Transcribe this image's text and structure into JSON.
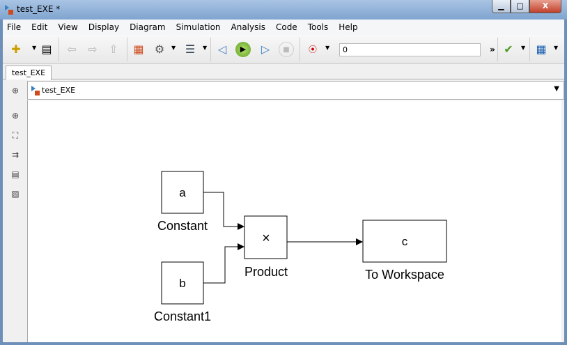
{
  "window": {
    "title": "test_EXE *",
    "minimize": "▁",
    "maximize": "□",
    "close": "X"
  },
  "menu": [
    "File",
    "Edit",
    "View",
    "Display",
    "Diagram",
    "Simulation",
    "Analysis",
    "Code",
    "Tools",
    "Help"
  ],
  "toolbar": {
    "sim_stop_time": "0",
    "more": "»"
  },
  "tab": {
    "label": "test_EXE"
  },
  "address": {
    "path": "test_EXE"
  },
  "diagram": {
    "blocks": {
      "constant": {
        "value": "a",
        "label": "Constant"
      },
      "constant1": {
        "value": "b",
        "label": "Constant1"
      },
      "product": {
        "symbol": "×",
        "label": "Product"
      },
      "to_workspace": {
        "value": "c",
        "label": "To Workspace"
      }
    }
  }
}
